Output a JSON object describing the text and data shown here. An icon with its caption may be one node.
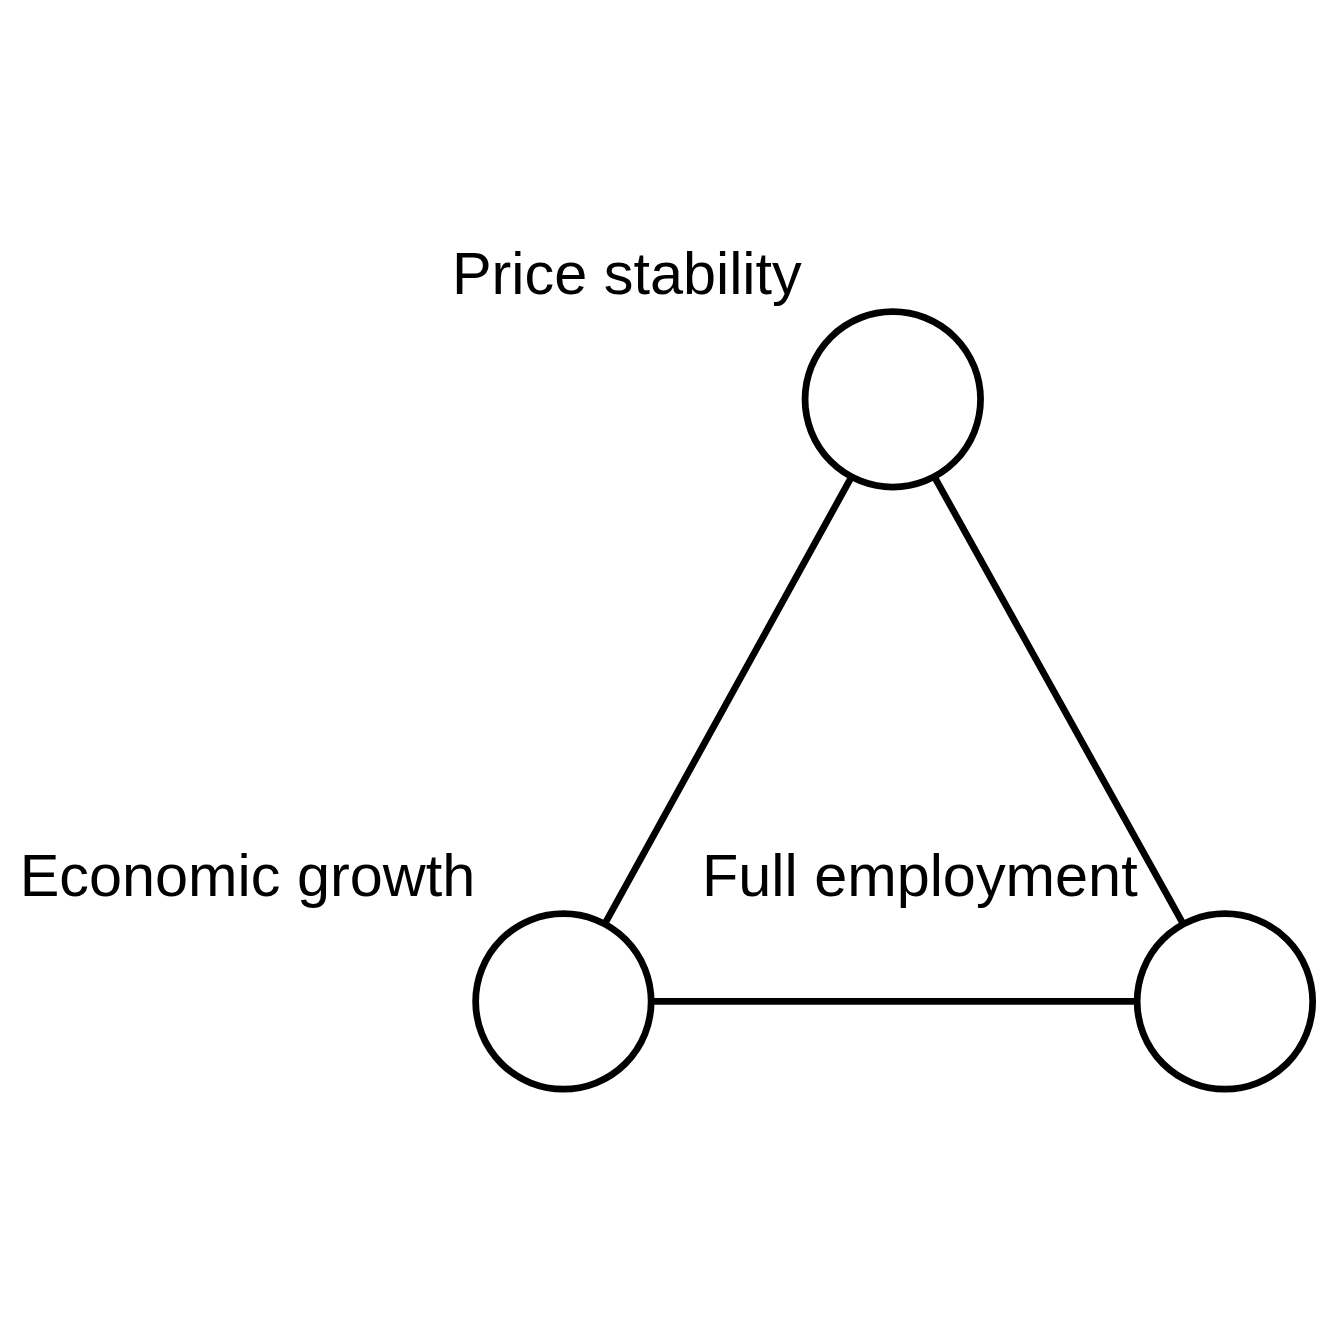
{
  "diagram": {
    "nodes": [
      {
        "text": [
          "Price stability"
        ]
      },
      {
        "text": [
          "Economic growth"
        ]
      },
      {
        "text": [
          "Full employment"
        ]
      }
    ],
    "edges": [
      {
        "from": 0,
        "to": 1,
        "arrow": "none"
      },
      {
        "from": 0,
        "to": 2,
        "arrow": "none"
      },
      {
        "from": 1,
        "to": 2,
        "arrow": "none"
      }
    ]
  }
}
